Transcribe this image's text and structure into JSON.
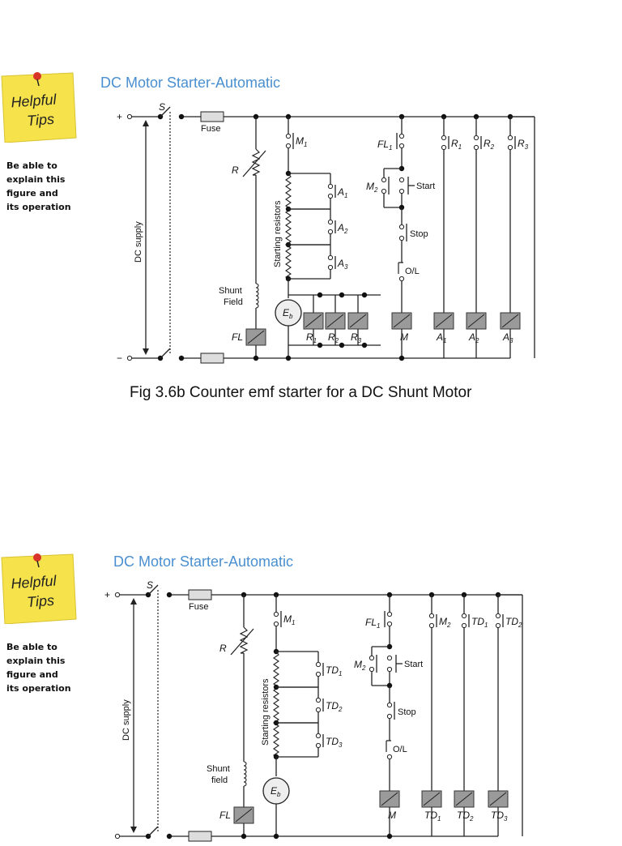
{
  "slides": [
    {
      "note_text": "Helpful\nTips",
      "tip": "Be able to explain this figure and its operation",
      "title": "DC Motor Starter-Automatic",
      "caption": "Fig 3.6b  Counter emf starter for a DC Shunt Motor",
      "labels": {
        "plus": "+",
        "minus": "−",
        "switch": "S",
        "fuse": "Fuse",
        "rheostat": "R",
        "supply": "DC supply",
        "resistors": "Starting resistors",
        "shunt": "Shunt",
        "field": "Field",
        "fl_coil": "FL",
        "main": "M",
        "main_contact": "M",
        "main_sub": "1",
        "fl_contact": "FL",
        "fl_sub": "1",
        "m2": "M",
        "m2_sub": "2",
        "start": "Start",
        "stop": "Stop",
        "overload": "O/L",
        "armature": "E",
        "armature_sub": "b",
        "contacts": [
          {
            "t": "A",
            "s": "1"
          },
          {
            "t": "A",
            "s": "2"
          },
          {
            "t": "A",
            "s": "3"
          }
        ],
        "relays": [
          {
            "t": "R",
            "s": "1"
          },
          {
            "t": "R",
            "s": "2"
          },
          {
            "t": "R",
            "s": "3"
          }
        ],
        "right_contacts": [
          {
            "t": "R",
            "s": "1"
          },
          {
            "t": "R",
            "s": "2"
          },
          {
            "t": "R",
            "s": "3"
          }
        ],
        "coils": [
          {
            "t": "A",
            "s": "1"
          },
          {
            "t": "A",
            "s": "2"
          },
          {
            "t": "A",
            "s": "3"
          }
        ]
      }
    },
    {
      "note_text": "Helpful\nTips",
      "tip": "Be able to explain this figure and its operation",
      "title": "DC Motor Starter-Automatic",
      "labels": {
        "plus": "+",
        "minus": "",
        "switch": "S",
        "fuse": "Fuse",
        "rheostat": "R",
        "supply": "DC supply",
        "resistors": "Starting resistors",
        "shunt": "Shunt",
        "field": "field",
        "fl_coil": "FL",
        "main": "M",
        "main_contact": "M",
        "main_sub": "1",
        "fl_contact": "FL",
        "fl_sub": "1",
        "m2": "M",
        "m2_sub": "2",
        "start": "Start",
        "stop": "Stop",
        "overload": "O/L",
        "armature": "E",
        "armature_sub": "b",
        "contacts": [
          {
            "t": "TD",
            "s": "1"
          },
          {
            "t": "TD",
            "s": "2"
          },
          {
            "t": "TD",
            "s": "3"
          }
        ],
        "relays": [],
        "right_contacts": [
          {
            "t": "M",
            "s": "2"
          },
          {
            "t": "TD",
            "s": "1"
          },
          {
            "t": "TD",
            "s": "2"
          }
        ],
        "coils": [
          {
            "t": "TD",
            "s": "1"
          },
          {
            "t": "TD",
            "s": "2"
          },
          {
            "t": "TD",
            "s": "3"
          }
        ]
      }
    }
  ]
}
